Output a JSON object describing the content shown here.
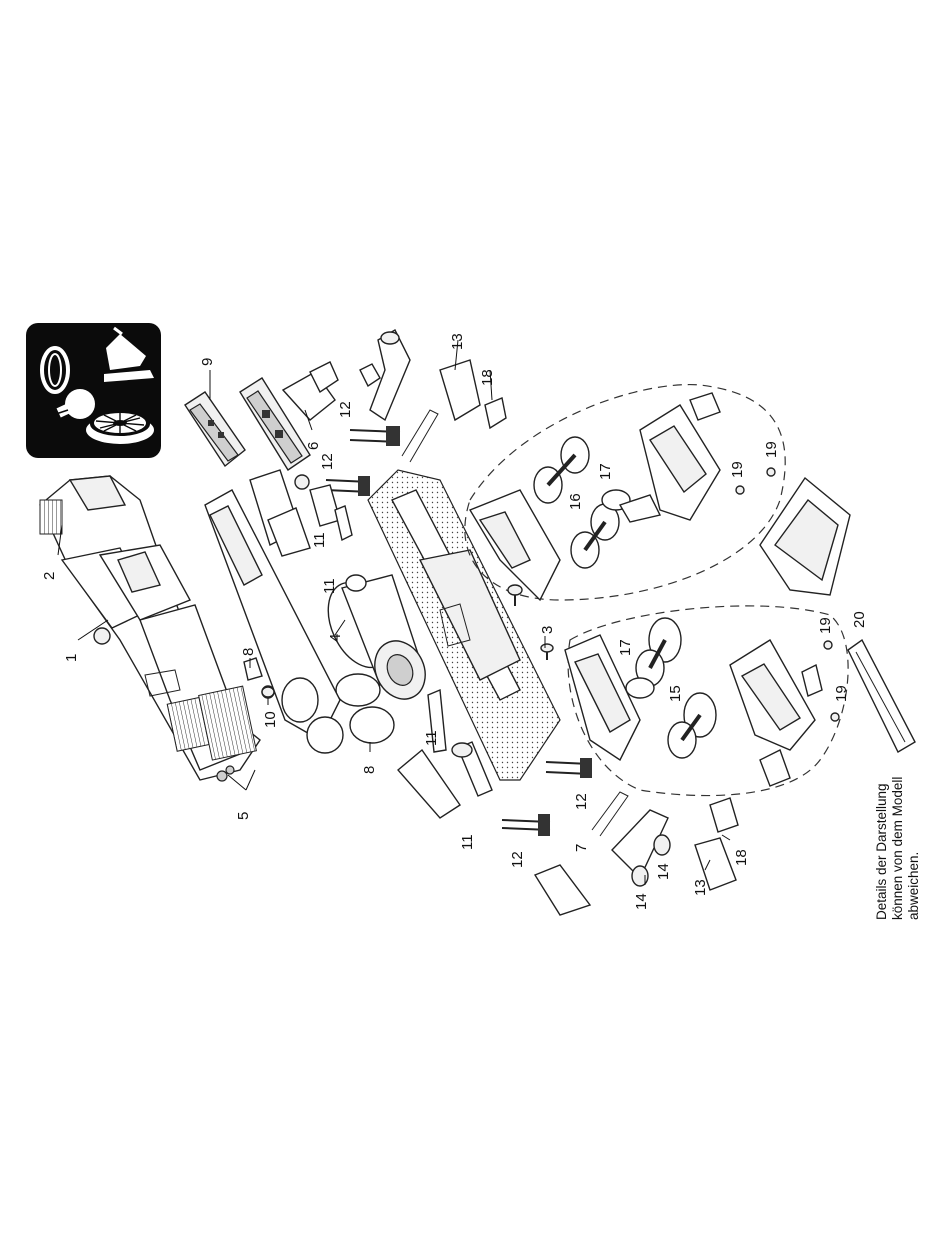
{
  "note": {
    "line1": "Details der Darstellung",
    "line2": "können von dem Modell",
    "line3": "abweichen."
  },
  "callouts": {
    "c1": "1",
    "c2": "2",
    "c3": "3",
    "c4": "4",
    "c5": "5",
    "c6": "6",
    "c7": "7",
    "c8a": "8",
    "c8b": "8",
    "c9": "9",
    "c10": "10",
    "c11a": "11",
    "c11b": "11",
    "c11c": "11",
    "c11d": "11",
    "c12a": "12",
    "c12b": "12",
    "c12c": "12",
    "c12d": "12",
    "c13a": "13",
    "c13b": "13",
    "c14a": "14",
    "c14b": "14",
    "c15": "15",
    "c16": "16",
    "c17a": "17",
    "c17b": "17",
    "c18a": "18",
    "c18b": "18",
    "c19a": "19",
    "c19b": "19",
    "c19c": "19",
    "c19d": "19",
    "c20": "20"
  },
  "icons": [
    "traction-tire-icon",
    "pantograph-icon",
    "light-bulb-icon",
    "ventilator-icon"
  ]
}
